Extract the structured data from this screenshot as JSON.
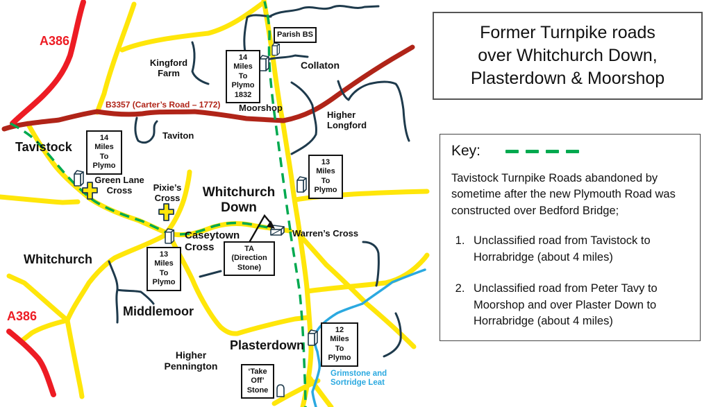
{
  "title_box": {
    "text": "Former Turnpike roads\nover Whitchurch Down,\nPlasterdown & Moorshop"
  },
  "key_box": {
    "heading": "Key:",
    "dash_sample": {
      "color": "#00A94F",
      "dashes": 4
    },
    "intro": "Tavistock Turnpike Roads abandoned by sometime after the new Plymouth Road was constructed over Bedford Bridge;",
    "items": [
      "Unclassified road from Tavistock to Horrabridge (about 4 miles)",
      "Unclassified road from Peter Tavy to Moorshop and over Plaster Down to Horrabridge (about 4 miles)"
    ]
  },
  "map": {
    "road_labels": {
      "a386_north": "A386",
      "a386_south": "A386",
      "b3357": "B3357 (Carter’s Road – 1772)"
    },
    "place_labels": {
      "tavistock": "Tavistock",
      "kingford_farm": "Kingford\nFarm",
      "collaton": "Collaton",
      "moorshop": "Moorshop",
      "higher_longford": "Higher\nLongford",
      "taviton": "Taviton",
      "green_lane_cross": "Green Lane\nCross",
      "pixies_cross": "Pixie’s\nCross",
      "whitchurch_down": "Whitchurch\nDown",
      "caseytown_cross": "Caseytown\nCross",
      "warrens_cross": "Warren’s Cross",
      "whitchurch": "Whitchurch",
      "middlemoor": "Middlemoor",
      "plasterdown": "Plasterdown",
      "higher_pennington": "Higher\nPennington",
      "grimstone_leat": "Grimstone and\nSortridge Leat"
    },
    "stone_boxes": {
      "parish_bs": "Parish BS",
      "miles14_1832": "14\nMiles\nTo\nPlymo\n1832",
      "miles14": "14\nMiles\nTo\nPlymo",
      "miles13_east": "13\nMiles\nTo\nPlymo",
      "miles13_west": "13\nMiles\nTo\nPlymo",
      "miles12": "12\nMiles\nTo\nPlymo",
      "ta_direction_stone": "TA\n(Direction\nStone)",
      "take_off_stone": "‘Take\nOff’\nStone"
    },
    "symbols": [
      "milestone-icon",
      "wayside-cross-icon",
      "direction-stone-icon",
      "take-off-stone-icon"
    ],
    "colors": {
      "a386_red": "#ED1C24",
      "b3357_red": "#B02418",
      "road_yellow": "#FFE60A",
      "route_green": "#00A94F",
      "stream_navy": "#1E3A4C",
      "leat_blue": "#2BA9E0",
      "text_black": "#111111"
    }
  }
}
